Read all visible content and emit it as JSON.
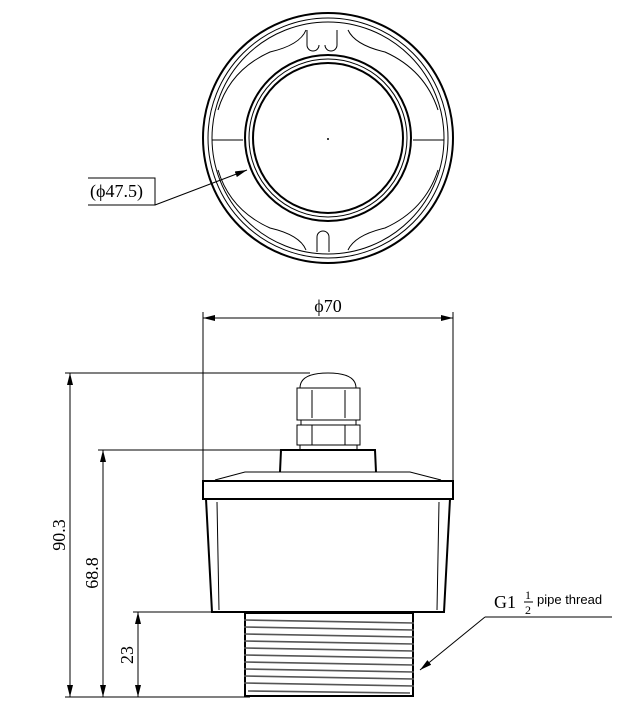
{
  "top_view": {
    "diameter_label": "(ϕ47.5)"
  },
  "side_view": {
    "width_label": "ϕ70",
    "total_height_label": "90.3",
    "body_height_label": "68.8",
    "thread_height_label": "23",
    "thread_label": {
      "prefix": "G1",
      "fraction_num": "1",
      "fraction_den": "2",
      "suffix": "pipe thread"
    }
  }
}
